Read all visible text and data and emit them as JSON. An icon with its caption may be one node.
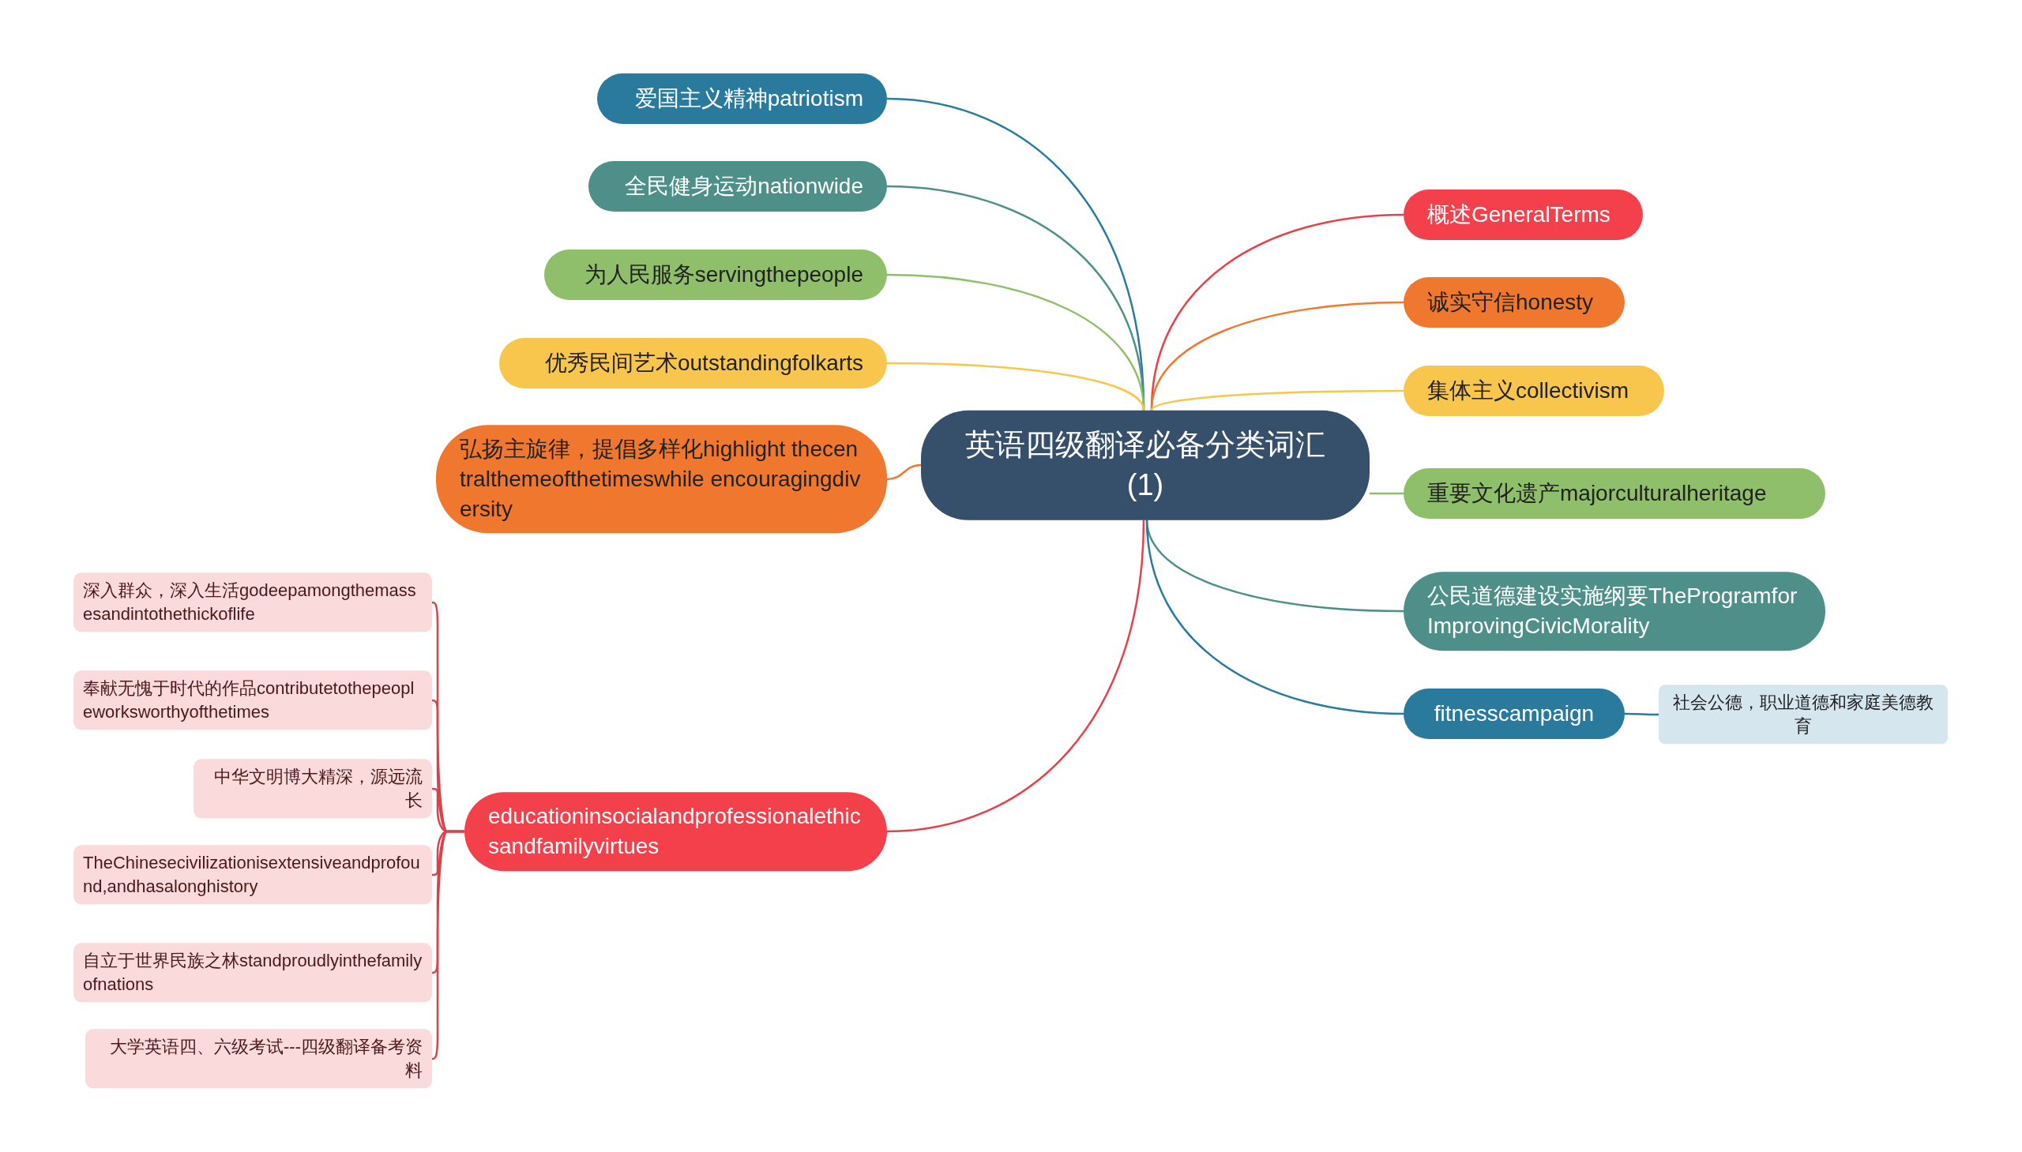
{
  "diagram": {
    "nodes": [
      {
        "text": [
          "英语四级翻译必备分类词汇(1)"
        ]
      },
      {
        "text": [
          "爱国主义精神patriotism"
        ]
      },
      {
        "text": [
          "全民健身运动nationwide"
        ]
      },
      {
        "text": [
          "为人民服务servingthepeople"
        ]
      },
      {
        "text": [
          "优秀民间艺术outstandingfolkarts"
        ]
      },
      {
        "text": [
          "弘扬主旋律，提倡多样化highlight thecentralthemeofthetimeswhile encouragingdiversity"
        ]
      },
      {
        "text": [
          "educationinsocialandprofessionalethicsandfamilyvirtues"
        ]
      },
      {
        "text": [
          "深入群众，深入生活godeepamongthemassesandintothethickoflife"
        ]
      },
      {
        "text": [
          "奉献无愧于时代的作品contributetothepeopleworksworthyofthetimes"
        ]
      },
      {
        "text": [
          "中华文明博大精深，源远流长"
        ]
      },
      {
        "text": [
          "TheChinesecivilizationisextensiveandprofound,andhasalonghistory"
        ]
      },
      {
        "text": [
          "自立于世界民族之林standproudlyinthefamilyofnations"
        ]
      },
      {
        "text": [
          "大学英语四、六级考试---四级翻译备考资料"
        ]
      },
      {
        "text": [
          "概述GeneralTerms"
        ]
      },
      {
        "text": [
          "诚实守信honesty"
        ]
      },
      {
        "text": [
          "集体主义collectivism"
        ]
      },
      {
        "text": [
          "重要文化遗产majorculturalheritage"
        ]
      },
      {
        "text": [
          "公民道德建设实施纲要TheProgramforImprovingCivicMorality"
        ]
      },
      {
        "text": [
          "fitnesscampaign"
        ]
      },
      {
        "text": [
          "社会公德，职业道德和家庭美德教育"
        ]
      }
    ],
    "edges": [
      {
        "from": 0,
        "to": 1,
        "arrow": "none",
        "color": "#2a7a9e"
      },
      {
        "from": 0,
        "to": 2,
        "arrow": "none",
        "color": "#4e8f8a"
      },
      {
        "from": 0,
        "to": 3,
        "arrow": "none",
        "color": "#8fbf6a"
      },
      {
        "from": 0,
        "to": 4,
        "arrow": "none",
        "color": "#f8c64c"
      },
      {
        "from": 0,
        "to": 5,
        "arrow": "none",
        "color": "#f0782e"
      },
      {
        "from": 0,
        "to": 6,
        "arrow": "none",
        "color": "#e8404a"
      },
      {
        "from": 6,
        "to": 7,
        "arrow": "none",
        "color": "#d8434b"
      },
      {
        "from": 6,
        "to": 8,
        "arrow": "none",
        "color": "#d8434b"
      },
      {
        "from": 6,
        "to": 9,
        "arrow": "none",
        "color": "#d8434b"
      },
      {
        "from": 6,
        "to": 10,
        "arrow": "none",
        "color": "#d8434b"
      },
      {
        "from": 6,
        "to": 11,
        "arrow": "none",
        "color": "#d8434b"
      },
      {
        "from": 6,
        "to": 12,
        "arrow": "none",
        "color": "#d8434b"
      },
      {
        "from": 0,
        "to": 13,
        "arrow": "none",
        "color": "#e8404a"
      },
      {
        "from": 0,
        "to": 14,
        "arrow": "none",
        "color": "#f0782e"
      },
      {
        "from": 0,
        "to": 15,
        "arrow": "none",
        "color": "#f8c64c"
      },
      {
        "from": 0,
        "to": 16,
        "arrow": "none",
        "color": "#8fbf6a"
      },
      {
        "from": 0,
        "to": 17,
        "arrow": "none",
        "color": "#4e8f8a"
      },
      {
        "from": 0,
        "to": 18,
        "arrow": "none",
        "color": "#2a7a9e"
      },
      {
        "from": 18,
        "to": 19,
        "arrow": "none",
        "color": "#2a7a9e"
      }
    ]
  }
}
